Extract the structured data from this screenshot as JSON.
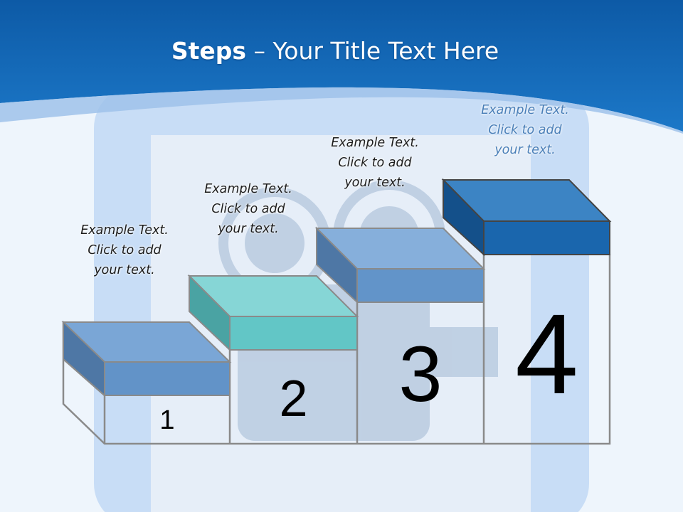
{
  "slide": {
    "title_bold": "Steps",
    "title_rest": " – Your Title Text Here"
  },
  "steps": [
    {
      "number": "1",
      "line1": "Example Text.",
      "line2": "Click  to add",
      "line3": "your text.",
      "top_color": "#6293c8",
      "side_color": "#4e77a5"
    },
    {
      "number": "2",
      "line1": "Example Text.",
      "line2": "Click  to add",
      "line3": "your text.",
      "top_color": "#62c6c6",
      "side_color": "#4aa3a3"
    },
    {
      "number": "3",
      "line1": "Example Text.",
      "line2": "Click  to add",
      "line3": "your text.",
      "top_color": "#6294c9",
      "side_color": "#4e77a5"
    },
    {
      "number": "4",
      "line1": "Example Text.",
      "line2": "Click  to add",
      "line3": "your text.",
      "top_color": "#1a66ad",
      "side_color": "#14508a"
    }
  ],
  "colors": {
    "header_blue": "#1565b0",
    "background": "#eef5fc",
    "outline": "#8a8a8a"
  }
}
